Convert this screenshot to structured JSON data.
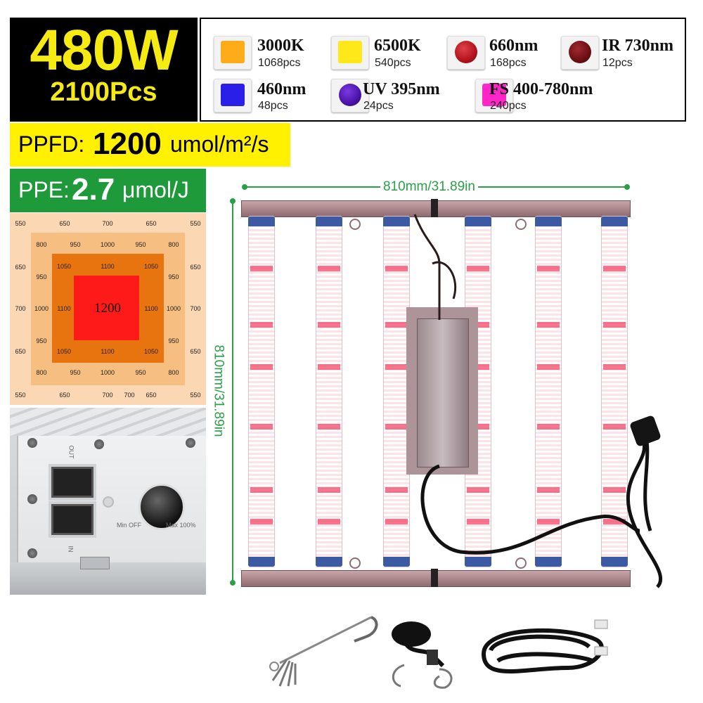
{
  "power": {
    "wattage": "480W",
    "led_total": "2100Pcs"
  },
  "leds": [
    {
      "name": "3000K",
      "count": "1068pcs",
      "color": "#ffab1a",
      "shape": "square"
    },
    {
      "name": "6500K",
      "count": "540pcs",
      "color": "#ffe81a",
      "shape": "square"
    },
    {
      "name": "660nm",
      "count": "168pcs",
      "color": "#b3131b",
      "shape": "round"
    },
    {
      "name": "IR 730nm",
      "count": "12pcs",
      "color": "#6a0f14",
      "shape": "round"
    },
    {
      "name": "460nm",
      "count": "48pcs",
      "color": "#2a1fe8",
      "shape": "square"
    },
    {
      "name": "UV 395nm",
      "count": "24pcs",
      "color": "#4a12a8",
      "shape": "round"
    },
    {
      "name": "FS 400-780nm",
      "count": "240pcs",
      "color": "#ff26c8",
      "shape": "square"
    }
  ],
  "ppfd": {
    "label": "PPFD:",
    "value": "1200",
    "unit": "umol/m²/s"
  },
  "ppe": {
    "label": "PPE:",
    "value": "2.7",
    "unit": "μmol/J"
  },
  "ppfd_map": {
    "center": "1200",
    "outer_top": [
      "550",
      "650",
      "700",
      "650",
      "550"
    ],
    "outer_bottom": [
      "550",
      "650",
      "700",
      "700",
      "650",
      "550"
    ],
    "outer_side": [
      "650",
      "700",
      "650"
    ],
    "ring2_top": [
      "800",
      "950",
      "1000",
      "950",
      "800"
    ],
    "ring2_bottom": [
      "800",
      "950",
      "1000",
      "950",
      "800"
    ],
    "ring2_side": [
      "950",
      "1000",
      "950"
    ],
    "ring3_top": [
      "1050",
      "1100",
      "1050"
    ],
    "ring3_bottom": [
      "1050",
      "1100",
      "1050"
    ],
    "ring3_side": [
      "1100"
    ]
  },
  "dimmer": {
    "out": "OUT",
    "in": "IN",
    "min": "Min OFF",
    "max": "Max 100%"
  },
  "dimensions": {
    "width": "810mm/31.89in",
    "height": "810mm/31.89in"
  },
  "colors": {
    "power_bg": "#000000",
    "power_text": "#f5ea12",
    "ppfd_bg": "#fff100",
    "ppe_bg": "#1e9a3b",
    "dim_line": "#2aa046"
  }
}
